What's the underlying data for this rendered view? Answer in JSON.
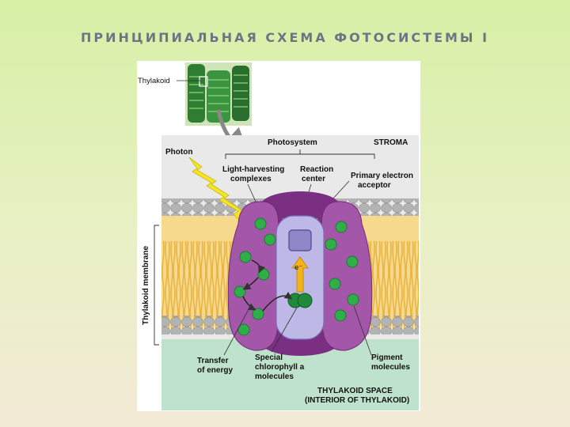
{
  "slide": {
    "title": "ПРИНЦИПИАЛЬНАЯ СХЕМА ФОТОСИСТЕМЫ I"
  },
  "diagram": {
    "labels": {
      "thylakoid": "Thylakoid",
      "photon": "Photon",
      "photosystem": "Photosystem",
      "stroma": "STROMA",
      "light_harvesting_1": "Light-harvesting",
      "light_harvesting_2": "complexes",
      "reaction_center_1": "Reaction",
      "reaction_center_2": "center",
      "primary_acceptor_1": "Primary electron",
      "primary_acceptor_2": "acceptor",
      "electron": "e⁻",
      "membrane": "Thylakoid membrane",
      "transfer_1": "Transfer",
      "transfer_2": "of energy",
      "special_1": "Special",
      "special_2": "chlorophyll a",
      "special_3": "molecules",
      "pigment_1": "Pigment",
      "pigment_2": "molecules",
      "space_1": "THYLAKOID SPACE",
      "space_2": "(INTERIOR OF THYLAKOID)"
    },
    "colors": {
      "stroma": "#e9e9e9",
      "thylakoid_space": "#bfe2cc",
      "lipid_head": "#b3b3b3",
      "lipid_tail": "#f0c25a",
      "complex": "#a456a8",
      "complex_dark": "#7a2f82",
      "reaction_center": "#bdb8e6",
      "pigment": "#2fae4a",
      "photon": "#f4e52a"
    }
  }
}
